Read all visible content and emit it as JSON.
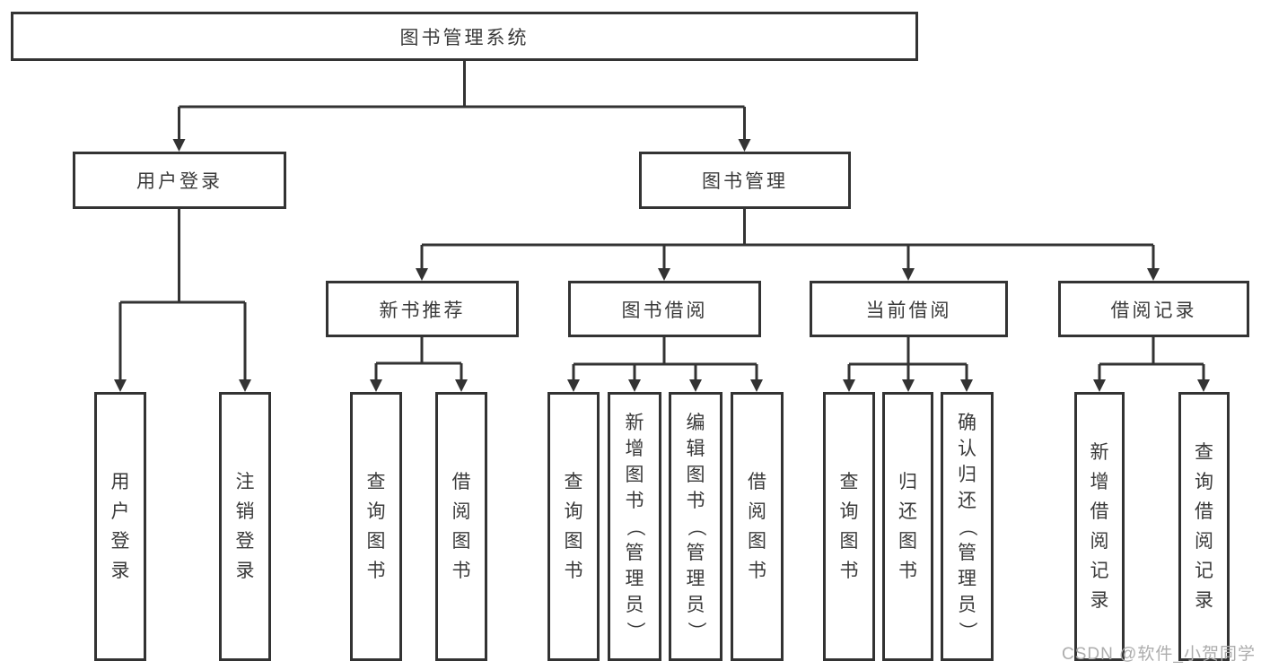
{
  "diagram": {
    "root": {
      "label": "图书管理系统"
    },
    "branches": [
      {
        "label": "用户登录",
        "leaves": [
          {
            "label": "用户登录"
          },
          {
            "label": "注销登录"
          }
        ]
      },
      {
        "label": "图书管理",
        "groups": [
          {
            "label": "新书推荐",
            "leaves": [
              {
                "label": "查询图书"
              },
              {
                "label": "借阅图书"
              }
            ]
          },
          {
            "label": "图书借阅",
            "leaves": [
              {
                "label": "查询图书"
              },
              {
                "label": "新增图书（管理员）"
              },
              {
                "label": "编辑图书（管理员）"
              },
              {
                "label": "借阅图书"
              }
            ]
          },
          {
            "label": "当前借阅",
            "leaves": [
              {
                "label": "查询图书"
              },
              {
                "label": "归还图书"
              },
              {
                "label": "确认归还（管理员）"
              }
            ]
          },
          {
            "label": "借阅记录",
            "leaves": [
              {
                "label": "新增借阅记录"
              },
              {
                "label": "查询借阅记录"
              }
            ]
          }
        ]
      }
    ]
  },
  "watermark": {
    "text": "CSDN @软件_小贺同学"
  },
  "colors": {
    "line": "#333333",
    "text": "#3a3a3a",
    "watermark": "#adadad",
    "background": "#ffffff"
  }
}
